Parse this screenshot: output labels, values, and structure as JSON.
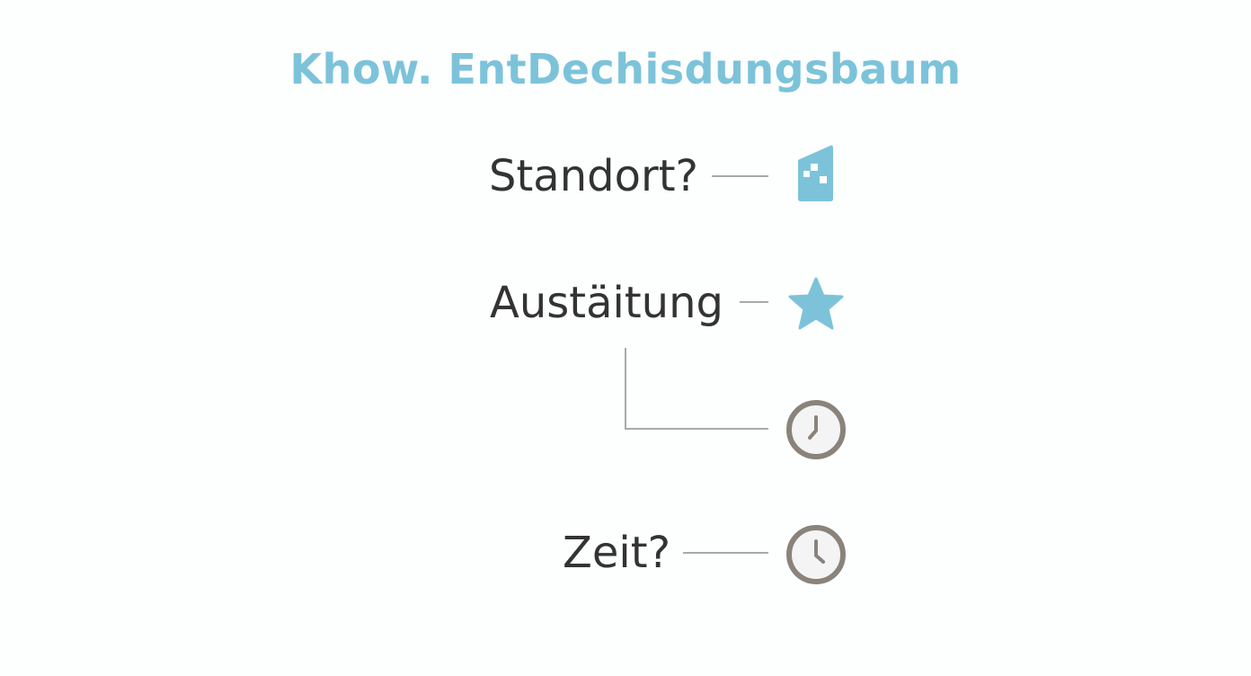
{
  "diagram": {
    "title": "Khow. EntDechisdungsbaum",
    "nodes": [
      {
        "id": "standort",
        "label": "Standort?",
        "icon": "building-icon"
      },
      {
        "id": "ausstattung",
        "label": "Austäitung",
        "icon": "star-icon"
      },
      {
        "id": "branch",
        "label": "",
        "icon": "clock-icon"
      },
      {
        "id": "zeit",
        "label": "Zeit?",
        "icon": "clock-icon"
      }
    ],
    "colors": {
      "title": "#7cc3da",
      "icon_accent": "#7cc3da",
      "clock_ring": "#8a837a",
      "line": "#a9a9a9",
      "text": "#333333"
    }
  }
}
